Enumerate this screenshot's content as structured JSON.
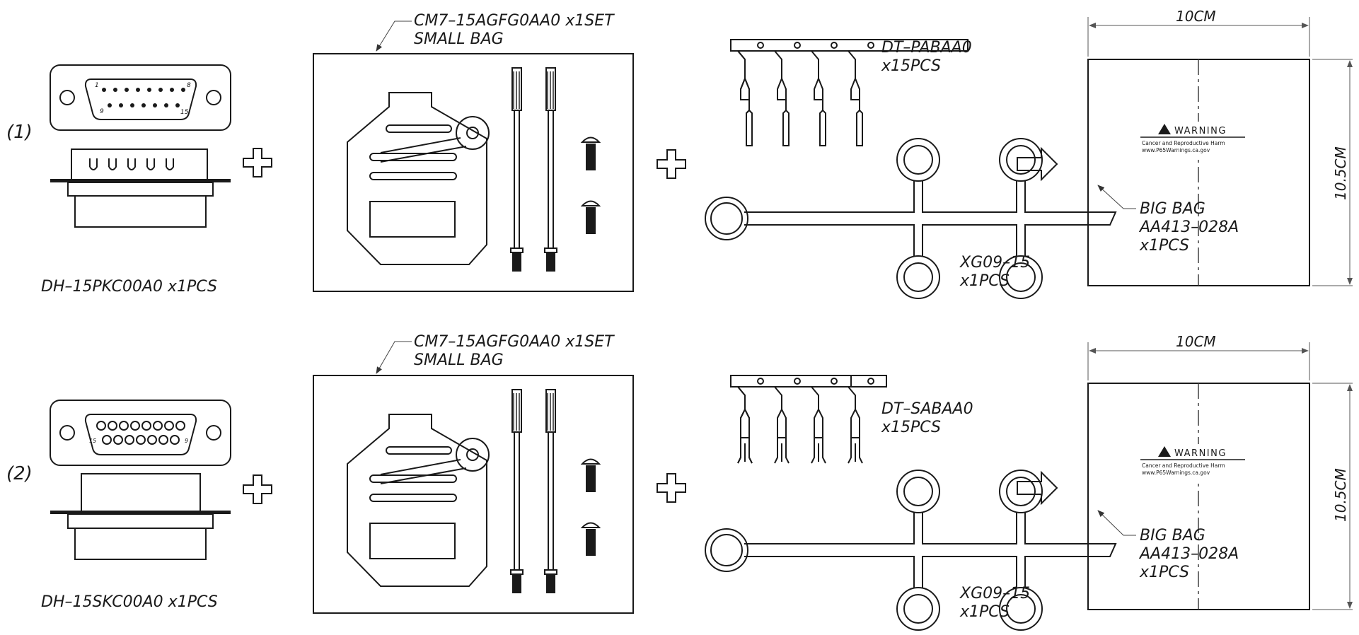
{
  "rows": [
    {
      "index_label": "(1)",
      "connector": {
        "label": "DH–15PKC00A0  x1PCS",
        "pin_first": "1",
        "pin_top_last": "8",
        "pin_bottom_first": "9",
        "pin_last": "15"
      },
      "small_bag": {
        "line1": "CM7–15AGFG0AA0  x1SET",
        "line2": "SMALL  BAG"
      },
      "contacts": {
        "line1": "DT–PABAA0",
        "line2": "x15PCS"
      },
      "tree": {
        "line1": "XG09–15",
        "line2": "x1PCS"
      },
      "big_bag": {
        "width": "10CM",
        "height": "10.5CM",
        "warning_title": "WARNING",
        "warning_line1": "Cancer and Reproductive Harm",
        "warning_line2": "www.P65Warnings.ca.gov",
        "line1": "BIG  BAG",
        "line2": "AA413–028A",
        "line3": "x1PCS"
      }
    },
    {
      "index_label": "(2)",
      "connector": {
        "label": "DH–15SKC00A0  x1PCS",
        "pin_first": "15",
        "pin_last": "9"
      },
      "small_bag": {
        "line1": "CM7–15AGFG0AA0  x1SET",
        "line2": "SMALL  BAG"
      },
      "contacts": {
        "line1": "DT–SABAA0",
        "line2": "x15PCS"
      },
      "tree": {
        "line1": "XG09–15",
        "line2": "x1PCS"
      },
      "big_bag": {
        "width": "10CM",
        "height": "10.5CM",
        "warning_title": "WARNING",
        "warning_line1": "Cancer and Reproductive Harm",
        "warning_line2": "www.P65Warnings.ca.gov",
        "line1": "BIG  BAG",
        "line2": "AA413–028A",
        "line3": "x1PCS"
      }
    }
  ]
}
